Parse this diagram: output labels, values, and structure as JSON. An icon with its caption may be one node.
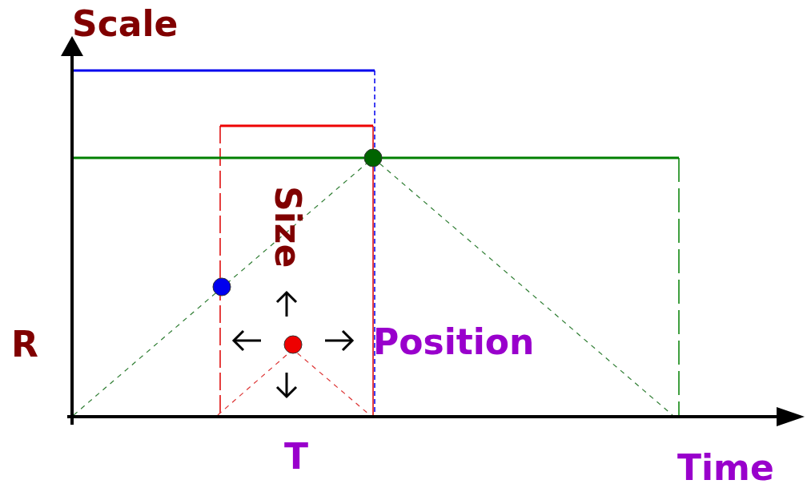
{
  "diagram": {
    "labels": [
      "Scale",
      "Size",
      "R",
      "Position",
      "T",
      "Time"
    ]
  }
}
